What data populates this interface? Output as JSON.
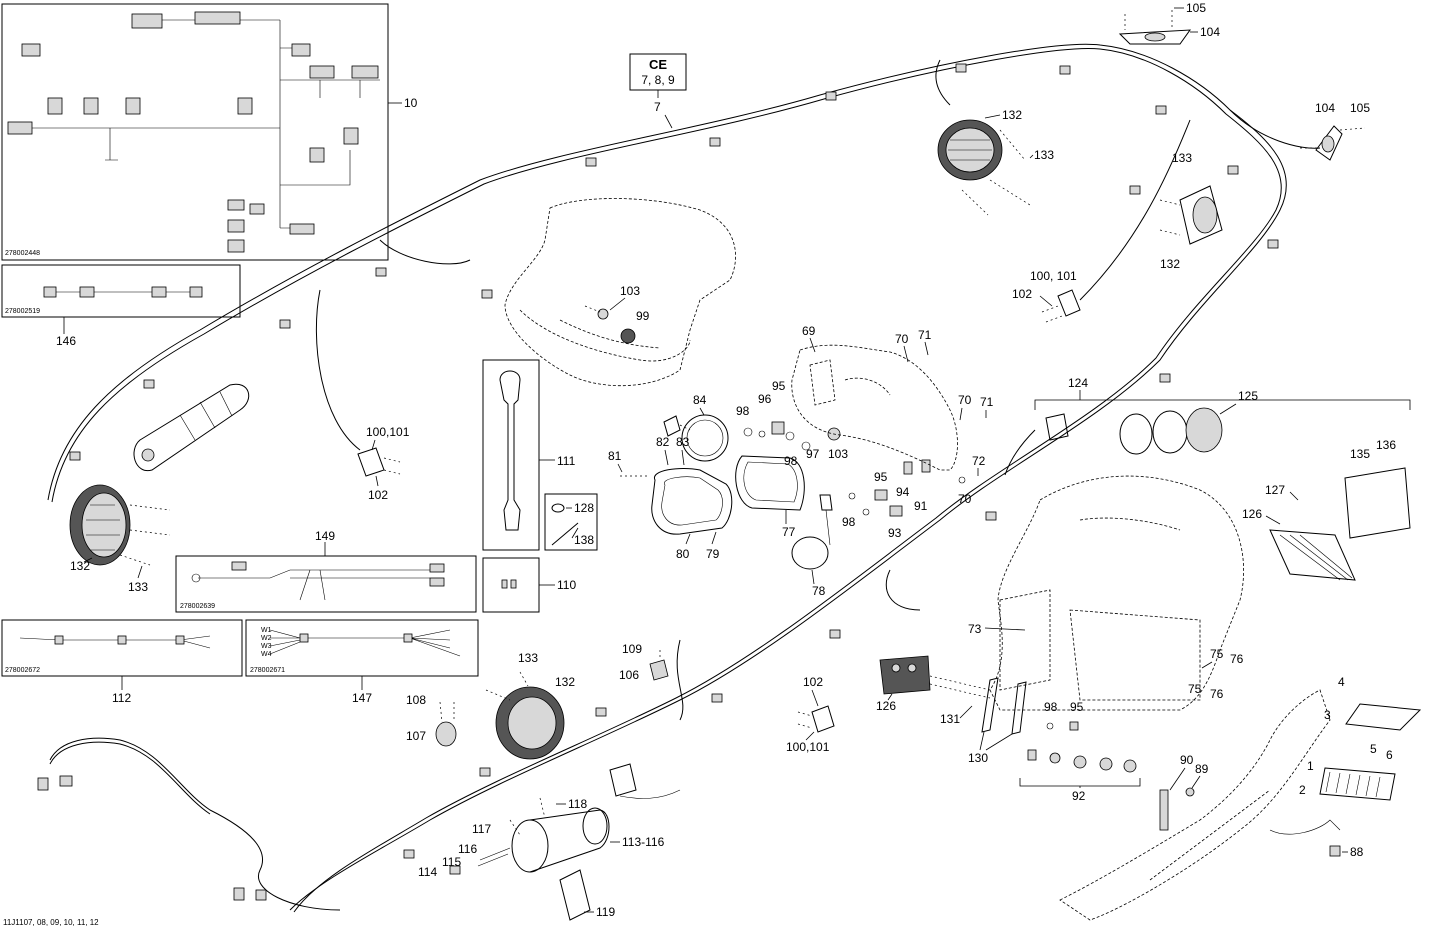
{
  "figure": {
    "footer_code": "11J1107, 08, 09, 10, 11, 12",
    "callout_box": {
      "title": "CE",
      "values": "7, 8, 9"
    }
  },
  "inset_boxes": {
    "harness_10": {
      "ref": "278002448",
      "label": "10"
    },
    "harness_146": {
      "ref": "278002519",
      "label": "146"
    },
    "harness_149": {
      "ref": "278002639",
      "label": "149"
    },
    "harness_112": {
      "ref": "278002672",
      "label": "112"
    },
    "harness_147": {
      "ref": "278002671",
      "label": "147"
    },
    "shifter_111": {
      "label": "111"
    },
    "clip_128": {
      "label": "128"
    },
    "pin_138": {
      "label": "138"
    },
    "fuses_110": {
      "label": "110"
    }
  },
  "wire_markers": {
    "w1": "W1",
    "w2": "W2",
    "w3": "W3",
    "w4": "W4"
  },
  "labels": {
    "l7": "7",
    "l104a": "104",
    "l105a": "105",
    "l104b": "104",
    "l105b": "105",
    "l132a": "132",
    "l133a": "133",
    "l133b": "133",
    "l132b": "132",
    "l100_101a": "100, 101",
    "l102a": "102",
    "l103a": "103",
    "l99": "99",
    "l69": "69",
    "l70a": "70",
    "l71a": "71",
    "l70b": "70",
    "l71b": "71",
    "l72": "72",
    "l70c": "70",
    "l124": "124",
    "l125": "125",
    "l135": "135",
    "l136": "136",
    "l127": "127",
    "l126a": "126",
    "l100_101b": "100,101",
    "l102b": "102",
    "l132c": "132",
    "l133c": "133",
    "l84": "84",
    "l82": "82",
    "l83": "83",
    "l81": "81",
    "l80": "80",
    "l79": "79",
    "l77": "77",
    "l78": "78",
    "l98a": "98",
    "l96": "96",
    "l95a": "95",
    "l98b": "98",
    "l97": "97",
    "l103b": "103",
    "l95b": "95",
    "l94": "94",
    "l91": "91",
    "l98c": "98",
    "l93": "93",
    "l73": "73",
    "l75a": "75",
    "l76a": "76",
    "l75b": "75",
    "l76b": "76",
    "l109": "109",
    "l106": "106",
    "l133d": "133",
    "l132d": "132",
    "l108": "108",
    "l107": "107",
    "l102c": "102",
    "l100_101c": "100,101",
    "l126b": "126",
    "l131": "131",
    "l130": "130",
    "l98d": "98",
    "l95c": "95",
    "l92": "92",
    "l90": "90",
    "l89": "89",
    "l88": "88",
    "l4": "4",
    "l3": "3",
    "l5": "5",
    "l6": "6",
    "l1": "1",
    "l2": "2",
    "l118": "118",
    "l117": "117",
    "l116": "116",
    "l115": "115",
    "l114": "114",
    "l113_116": "113-116",
    "l119": "119"
  }
}
